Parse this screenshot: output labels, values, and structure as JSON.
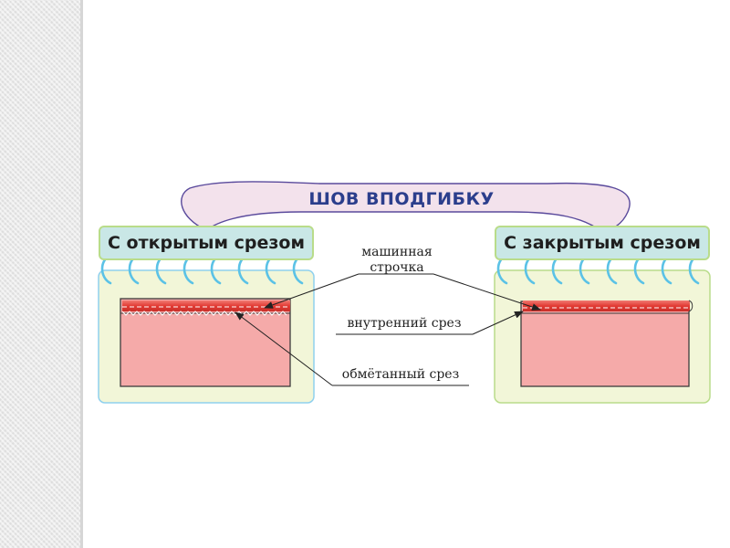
{
  "title": "ШОВ ВПОДГИБКУ",
  "left_header": "С открытым срезом",
  "right_header": "С закрытым срезом",
  "annotations": {
    "stitch_line1": "машинная",
    "stitch_line2": "строчка",
    "inner_edge": "внутренний срез",
    "overcast_edge": "обмётанный срез"
  },
  "colors": {
    "fabric": "#f5aaa9",
    "fold": "#e8453f",
    "panel": "#f2f6d8",
    "header": "#c9e7e6",
    "spiral": "#5bc2e6",
    "title_banner": "#f3e2ec"
  }
}
